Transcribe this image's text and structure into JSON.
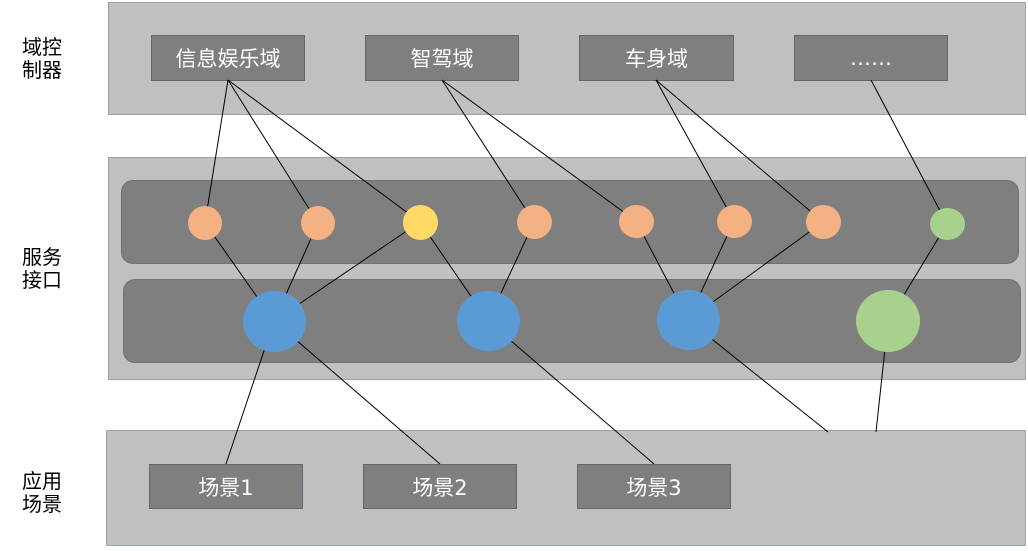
{
  "labels": {
    "domain_controller": "域控\n制器",
    "service_interface": "服务\n接口",
    "app_scene": "应用\n场景"
  },
  "domains": [
    "信息娱乐域",
    "智驾域",
    "车身域",
    "……"
  ],
  "scenes": [
    "场景1",
    "场景2",
    "场景3"
  ],
  "colors": {
    "band": "#c0c0c0",
    "lane": "#7f7f7f",
    "box": "#7f7f7f",
    "atomic_service": "#f4b183",
    "atomic_service_highlight": "#ffd966",
    "atomic_service_other": "#a9d18e",
    "composite_service": "#5b9bd5",
    "composite_service_other": "#a9d18e"
  },
  "atomic_services": [
    {
      "color": "atomic_service"
    },
    {
      "color": "atomic_service"
    },
    {
      "color": "atomic_service_highlight"
    },
    {
      "color": "atomic_service"
    },
    {
      "color": "atomic_service"
    },
    {
      "color": "atomic_service"
    },
    {
      "color": "atomic_service"
    },
    {
      "color": "atomic_service_other"
    }
  ],
  "composite_services": [
    {
      "color": "composite_service"
    },
    {
      "color": "composite_service"
    },
    {
      "color": "composite_service"
    },
    {
      "color": "composite_service_other"
    }
  ],
  "edges": {
    "domain_to_atomic": [
      [
        0,
        0
      ],
      [
        0,
        1
      ],
      [
        0,
        2
      ],
      [
        1,
        4
      ],
      [
        1,
        3
      ],
      [
        2,
        5
      ],
      [
        2,
        6
      ],
      [
        3,
        7
      ]
    ],
    "atomic_to_composite": [
      [
        0,
        0
      ],
      [
        1,
        0
      ],
      [
        2,
        0
      ],
      [
        2,
        1
      ],
      [
        3,
        1
      ],
      [
        4,
        2
      ],
      [
        5,
        2
      ],
      [
        6,
        2
      ],
      [
        7,
        3
      ]
    ],
    "composite_to_scene": [
      [
        0,
        0
      ],
      [
        0,
        1
      ],
      [
        1,
        2
      ]
    ]
  }
}
